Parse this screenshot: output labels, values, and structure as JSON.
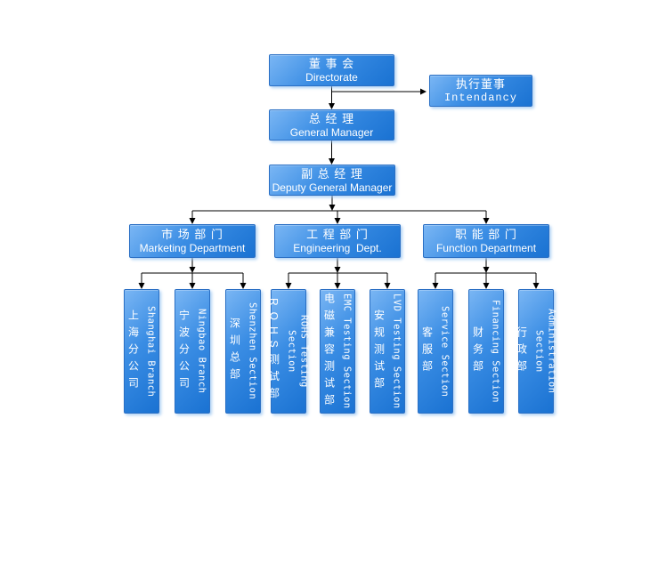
{
  "colors": {
    "background": "#ffffff",
    "box_gradient_top": "#7ab6f4",
    "box_gradient_bottom": "#1a72d2",
    "box_border": "#2a6fc4",
    "box_text": "#ffffff",
    "connector_line": "#000000"
  },
  "chart": {
    "type": "org-chart",
    "root": {
      "zh": "董 事 会",
      "en": "Directorate"
    },
    "staff": {
      "zh": "执行董事",
      "en": "Intendancy",
      "reports_to": "Directorate"
    },
    "general_manager": {
      "zh": "总 经 理",
      "en": "General Manager",
      "reports_to": "Directorate"
    },
    "deputy_general_manager": {
      "zh": "副 总 经 理",
      "en": "Deputy General Manager",
      "reports_to": "General Manager"
    },
    "departments": [
      {
        "zh": "市 场 部 门",
        "en": "Marketing Department",
        "children": [
          {
            "zh": "上海分公司",
            "en": "Shanghai Branch"
          },
          {
            "zh": "宁波分公司",
            "en": "Ningbao Branch"
          },
          {
            "zh": "深圳总部",
            "en": "Shenzhen Section"
          }
        ]
      },
      {
        "zh": "工 程 部 门",
        "en": "Engineering  Dept.",
        "children": [
          {
            "zh": "ROHS测试部",
            "en": "ROHS Testing Section"
          },
          {
            "zh": "电磁兼容测试部",
            "en": "EMC Testing Section"
          },
          {
            "zh": "安规测试部",
            "en": "LVD Testing Section"
          }
        ]
      },
      {
        "zh": "职 能 部 门",
        "en": "Function Department",
        "children": [
          {
            "zh": "客服部",
            "en": "Service Section"
          },
          {
            "zh": "财务部",
            "en": "Financing Section"
          },
          {
            "zh": "行政部",
            "en": "Administration Section"
          }
        ]
      }
    ]
  }
}
